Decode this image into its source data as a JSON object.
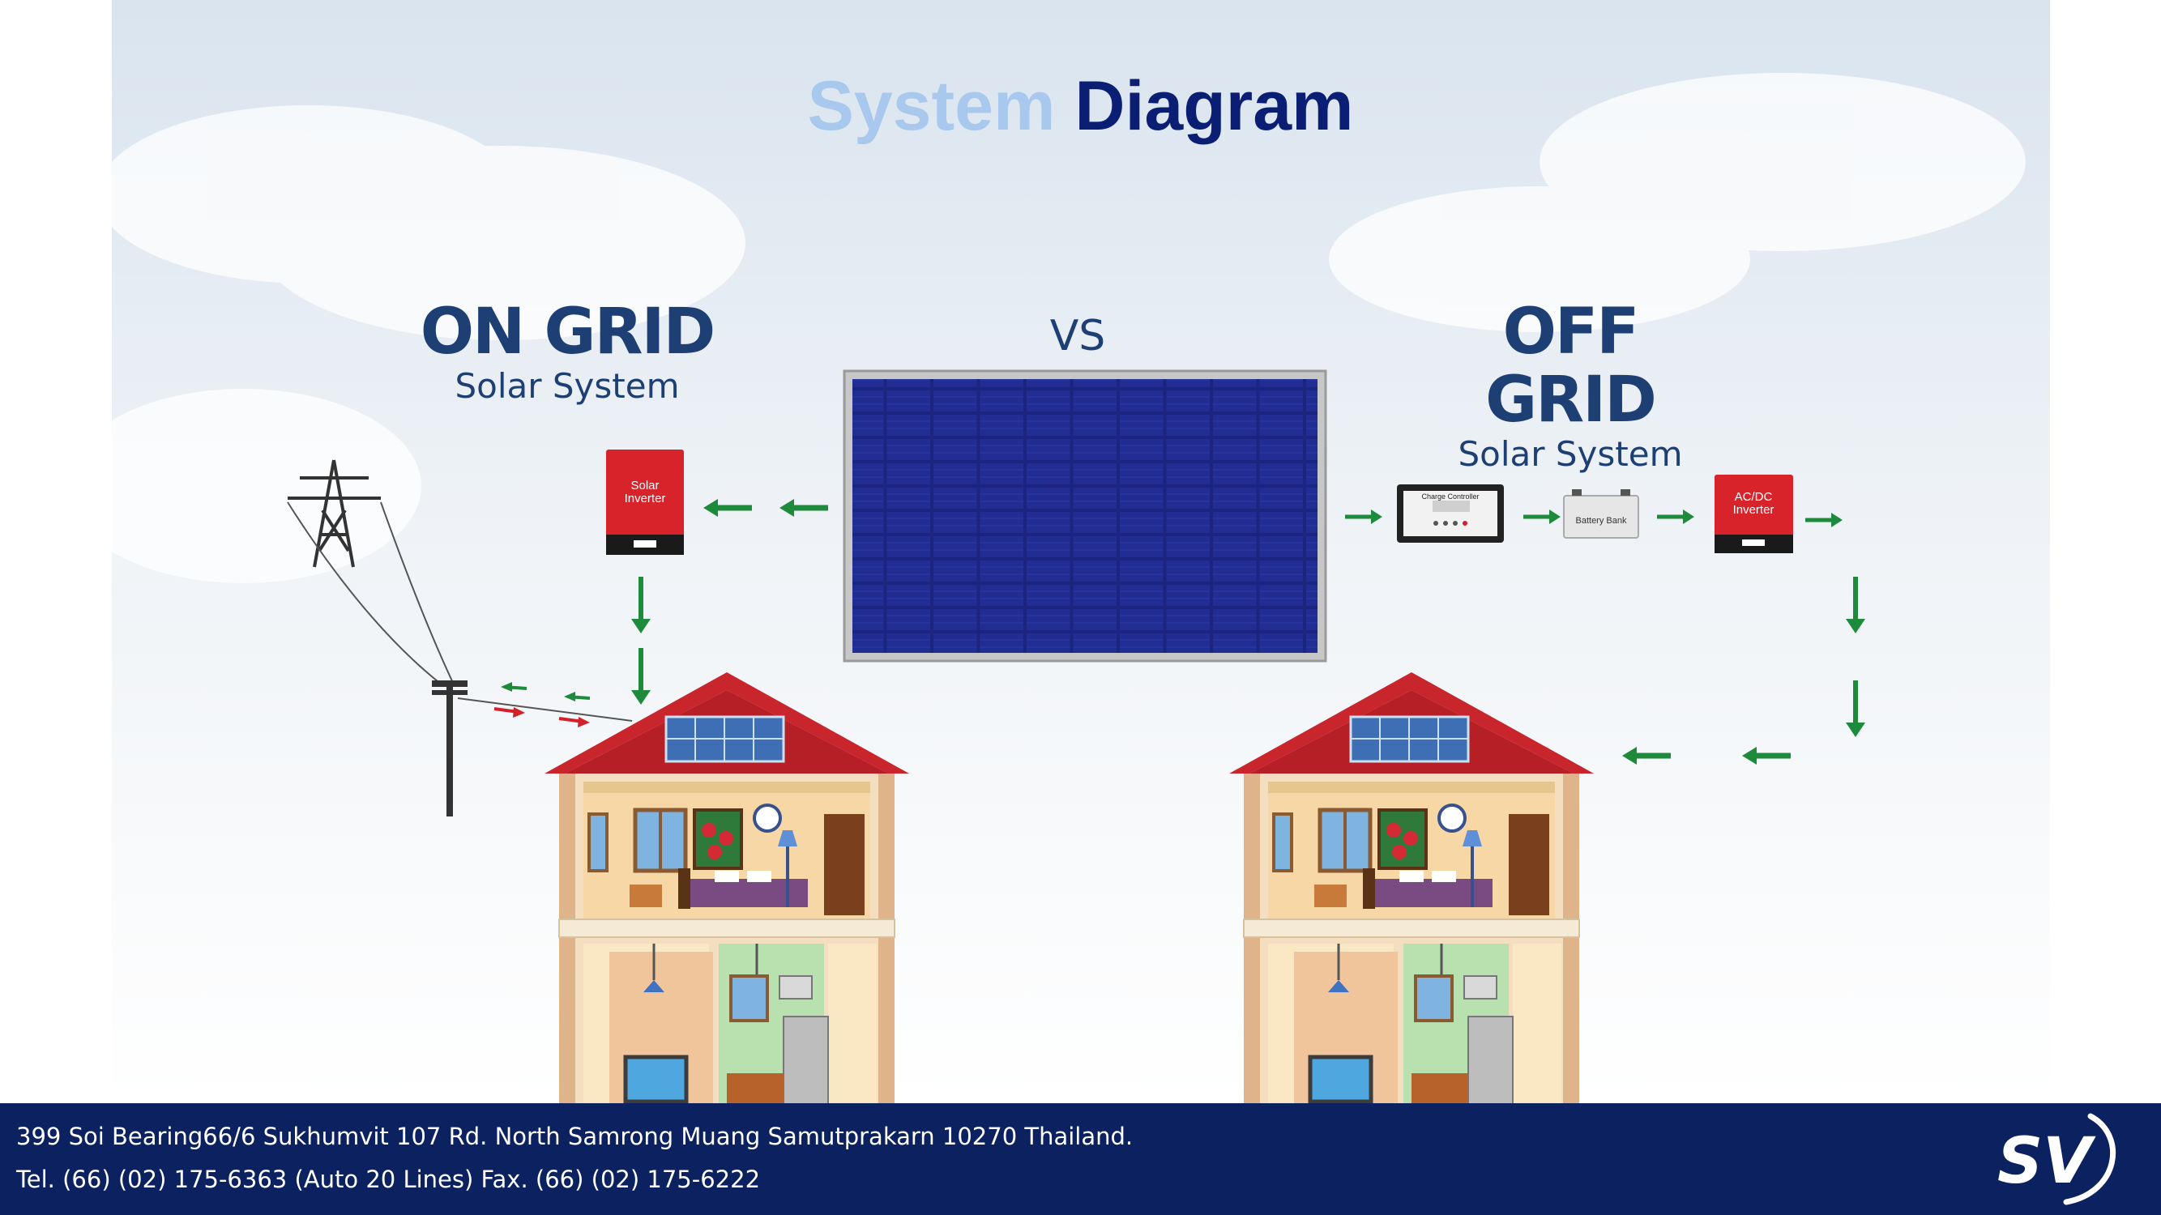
{
  "title": {
    "part1": "System",
    "part2": "Diagram"
  },
  "on_grid": {
    "heading": "ON GRID",
    "subheading": "Solar System",
    "inverter_label_1": "Solar",
    "inverter_label_2": "Inverter"
  },
  "vs_label": "VS",
  "off_grid": {
    "heading": "OFF GRID",
    "subheading": "Solar System",
    "charge_controller_label": "Charge Controller",
    "battery_label": "Battery Bank",
    "inverter_label_1": "AC/DC",
    "inverter_label_2": "Inverter"
  },
  "footer": {
    "address_line": "399 Soi Bearing66/6 Sukhumvit 107 Rd. North Samrong Muang Samutprakarn 10270 Thailand.",
    "contact_line": "Tel. (66) (02) 175-6363 (Auto 20 Lines) Fax. (66) (02) 175-6222",
    "logo_text": "SV"
  },
  "colors": {
    "title_light": "#a9c8ee",
    "title_dark": "#0a1f73",
    "footer_bg": "#0b2160",
    "arrow_green": "#1e8a3c",
    "arrow_red": "#d3202a",
    "roof_red": "#c8252c"
  }
}
